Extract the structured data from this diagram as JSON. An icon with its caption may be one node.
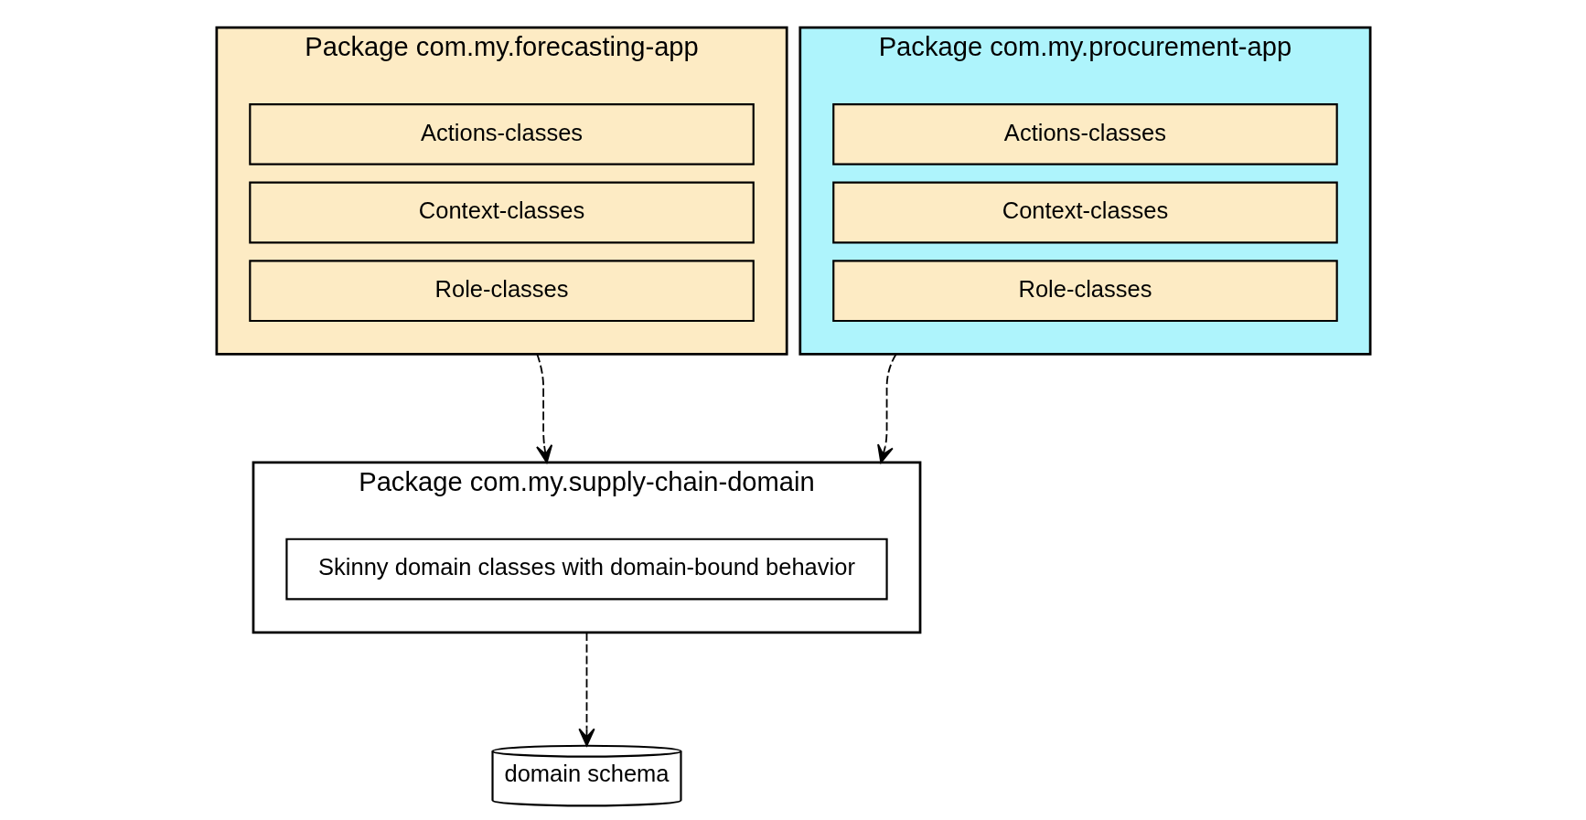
{
  "diagram": {
    "nodes": [
      {
        "text": [
          "Package com.my.forecasting-app"
        ]
      },
      {
        "text": [
          "Actions-classes"
        ],
        "in": 0
      },
      {
        "text": [
          "Context-classes"
        ],
        "in": 0
      },
      {
        "text": [
          "Role-classes"
        ],
        "in": 0
      },
      {
        "text": [
          "Package com.my.procurement-app"
        ]
      },
      {
        "text": [
          "Actions-classes"
        ],
        "in": 4
      },
      {
        "text": [
          "Context-classes"
        ],
        "in": 4
      },
      {
        "text": [
          "Role-classes"
        ],
        "in": 4
      },
      {
        "text": [
          "Package com.my.supply-chain-domain"
        ]
      },
      {
        "text": [
          "Skinny domain classes with domain-bound behavior"
        ],
        "in": 8
      },
      {
        "text": [
          "domain schema"
        ]
      }
    ],
    "edges": [
      {
        "from": 0,
        "to": 8,
        "arrow": "to",
        "style": "dashed"
      },
      {
        "from": 4,
        "to": 8,
        "arrow": "to",
        "style": "dashed"
      },
      {
        "from": 8,
        "to": 10,
        "arrow": "to",
        "style": "dashed"
      }
    ]
  }
}
